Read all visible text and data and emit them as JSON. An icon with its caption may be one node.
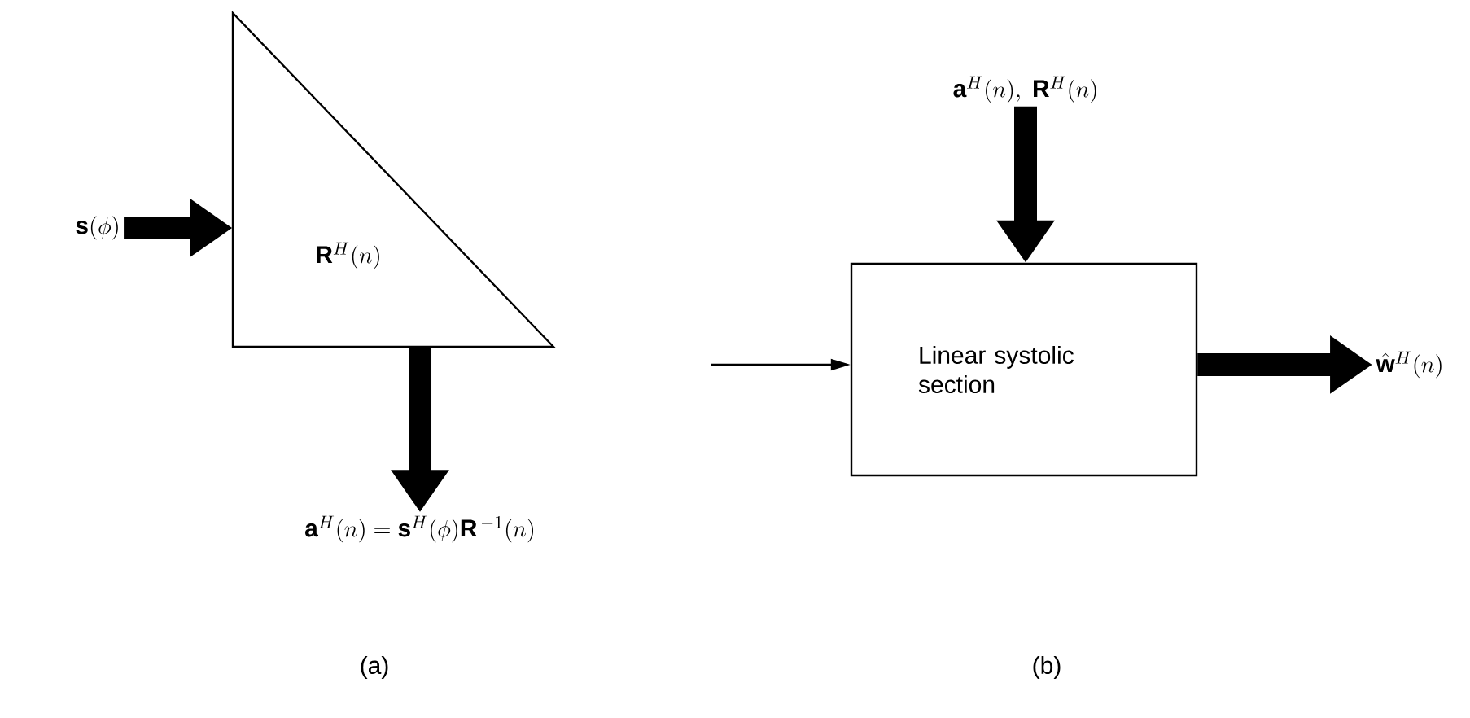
{
  "diagram": {
    "nodes": [
      {
        "text": [
          "\\mathbf{R}^{H}(n)"
        ]
      },
      {
        "text": [
          "\\mathbf{s}(\\phi)"
        ]
      },
      {
        "text": [
          "\\mathbf{a}^{H}(n) = \\mathbf{s}^{H}(\\phi)\\mathbf{R}^{\\,-1}(n)"
        ]
      },
      {
        "text": [
          "\\mathbf{a}^{H}(n),\\ \\mathbf{R}^{H}(n)"
        ]
      },
      {
        "text": [
          "Linear systolic section"
        ]
      },
      {
        "text": [
          "\\hat{\\mathbf{w}}^{H}(n)"
        ]
      }
    ],
    "edges": [
      {
        "from": 1,
        "to": 0,
        "arrow": "to"
      },
      {
        "from": 0,
        "to": 2,
        "arrow": "to"
      },
      {
        "from": 3,
        "to": 4,
        "arrow": "to"
      },
      {
        "from": null,
        "to": 4,
        "arrow": "to"
      },
      {
        "from": 4,
        "to": 5,
        "arrow": "to"
      }
    ],
    "labels": [
      "(a)",
      "(b)"
    ]
  }
}
